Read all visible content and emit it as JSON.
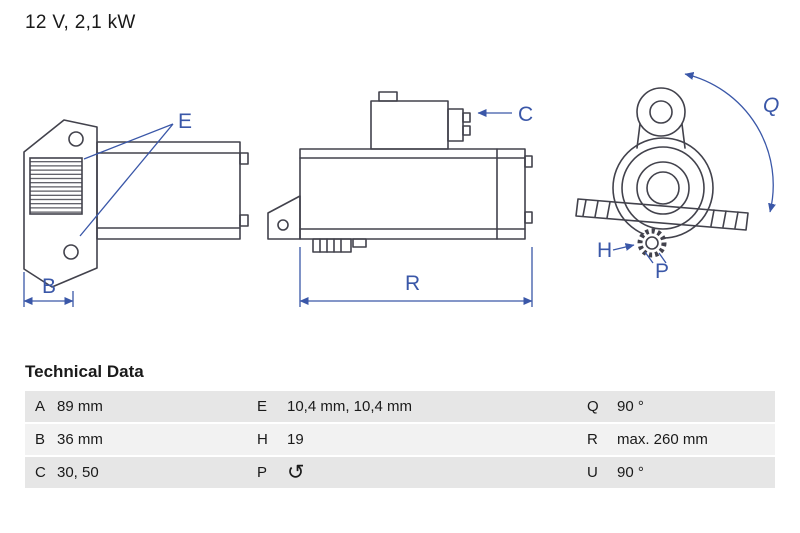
{
  "header": {
    "title": "12 V, 2,1 kW"
  },
  "diagram": {
    "accent_color": "#3a57a8",
    "line_color": "#42424c",
    "labels": {
      "B": "B",
      "E": "E",
      "C": "C",
      "R": "R",
      "Q": "Q",
      "H": "H",
      "P": "P"
    }
  },
  "table": {
    "title": "Technical Data",
    "rows": [
      {
        "cells": [
          {
            "key": "A",
            "value": "89 mm"
          },
          {
            "key": "E",
            "value": "10,4 mm, 10,4 mm"
          },
          {
            "key": "Q",
            "value": "90 °"
          }
        ]
      },
      {
        "cells": [
          {
            "key": "B",
            "value": "36 mm"
          },
          {
            "key": "H",
            "value": "19"
          },
          {
            "key": "R",
            "value": "max. 260 mm"
          }
        ]
      },
      {
        "cells": [
          {
            "key": "C",
            "value": "30, 50"
          },
          {
            "key": "P",
            "value": "↺",
            "icon": "rotation-ccw-icon"
          },
          {
            "key": "U",
            "value": "90 °"
          }
        ]
      }
    ]
  }
}
